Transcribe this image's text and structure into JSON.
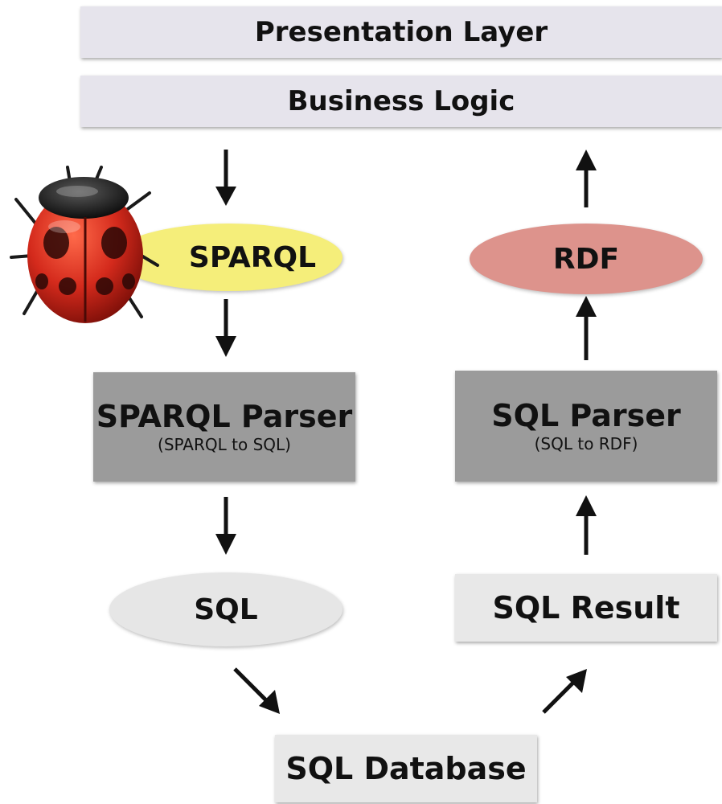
{
  "layers": {
    "presentation": "Presentation Layer",
    "business": "Business Logic"
  },
  "left_flow": {
    "query_lang": "SPARQL",
    "parser_title": "SPARQL Parser",
    "parser_sub": "(SPARQL to SQL)",
    "query_out": "SQL"
  },
  "right_flow": {
    "result_format": "RDF",
    "parser_title": "SQL Parser",
    "parser_sub": "(SQL to RDF)",
    "result": "SQL Result"
  },
  "database": "SQL Database",
  "colors": {
    "layer_bg": "#e6e4ec",
    "sparql_ellipse": "#f5ee7a",
    "rdf_ellipse": "#dd938c",
    "sql_ellipse": "#e6e6e6",
    "parser_bg": "#9b9b9b",
    "light_box_bg": "#e8e8e8",
    "ladybug_red": "#d42a1c"
  },
  "icons": {
    "bug": "ladybug-icon",
    "arrows": "arrow-icon"
  }
}
